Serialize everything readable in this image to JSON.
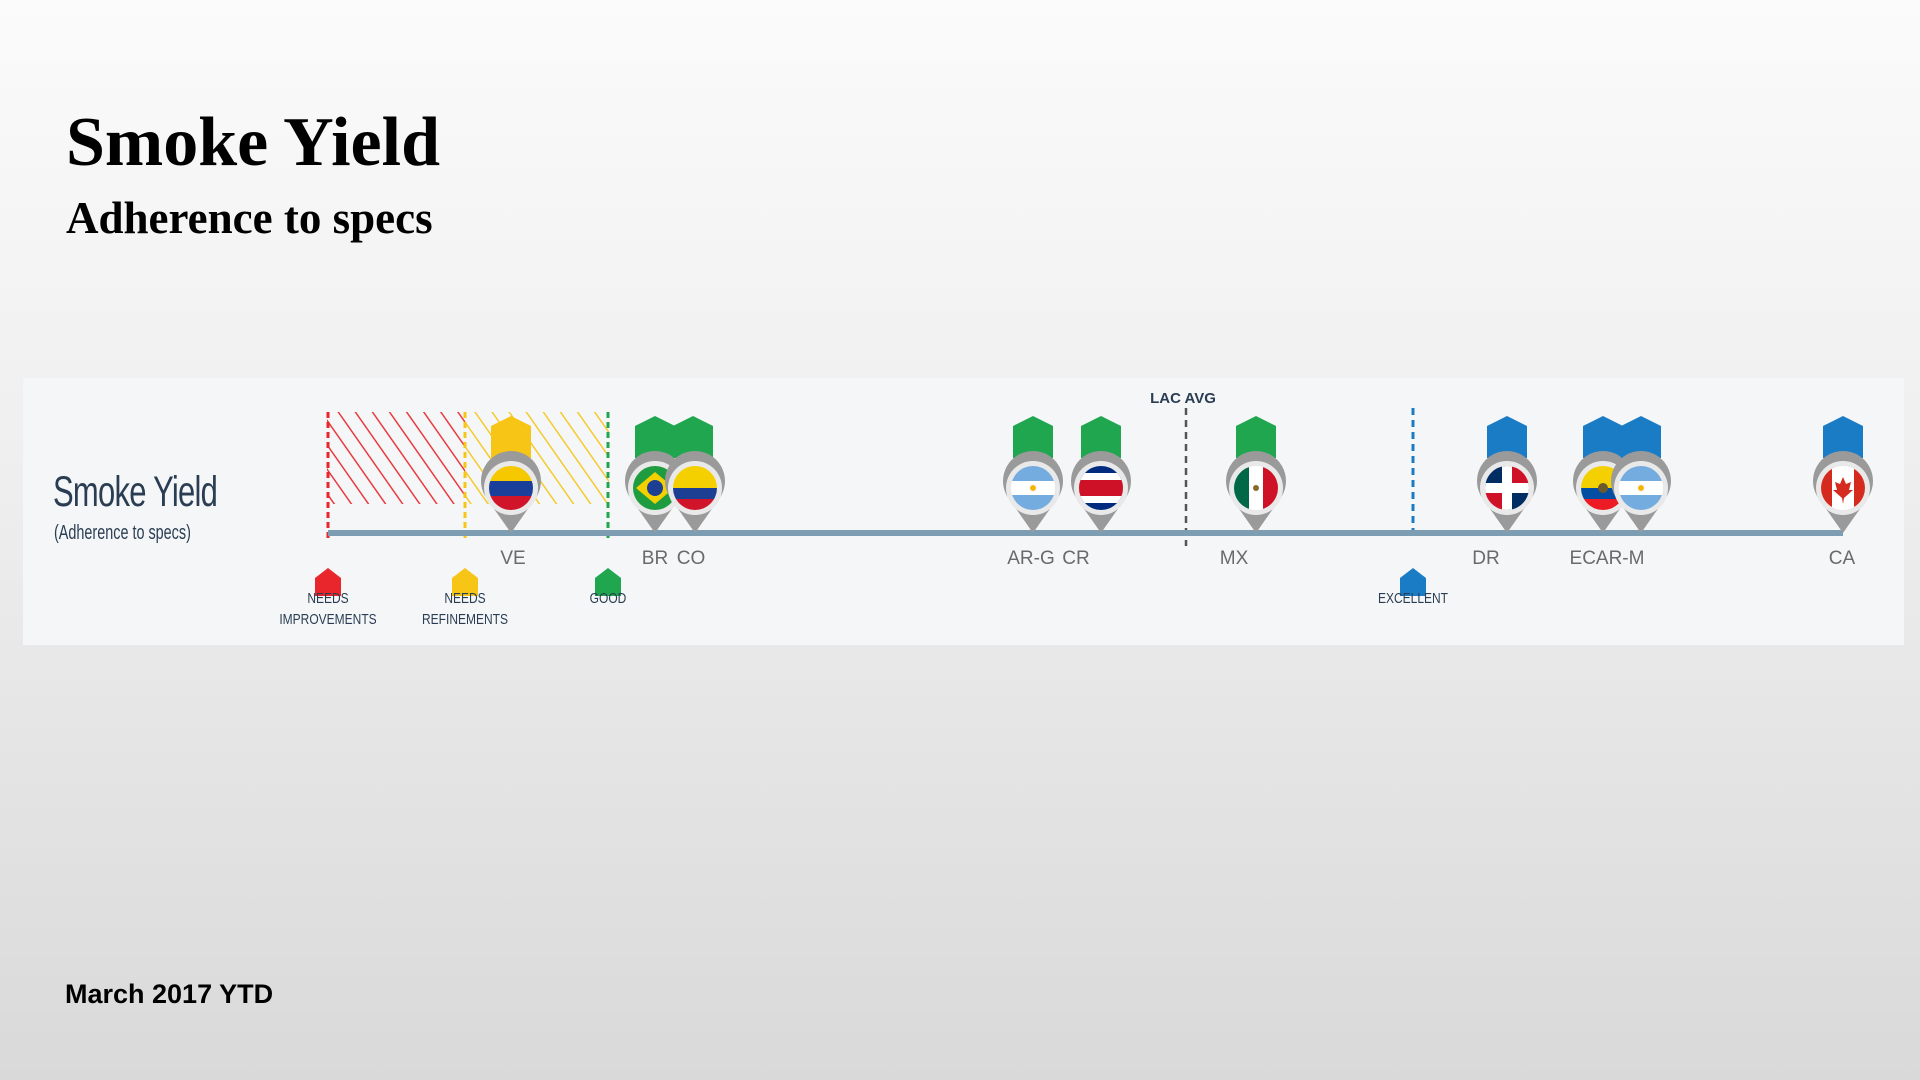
{
  "slide": {
    "title": "Smoke Yield",
    "subtitle": "Adherence to specs",
    "footer": "March 2017 YTD"
  },
  "panel": {
    "title": "Smoke Yield",
    "subtitle": "(Adherence to specs)",
    "avg_label": "LAC AVG"
  },
  "colors": {
    "needs_improvements": "#e8262b",
    "needs_refinements": "#f6c516",
    "good": "#1fa64f",
    "excellent": "#1b7cc6",
    "axis": "#7d9db2",
    "text_dark": "#2a3d52",
    "label_gray": "#6a6a6a"
  },
  "thresholds": [
    {
      "key": "needs_improvements",
      "lines": [
        "NEEDS",
        "IMPROVEMENTS"
      ],
      "color": "#e8262b"
    },
    {
      "key": "needs_refinements",
      "lines": [
        "NEEDS",
        "REFINEMENTS"
      ],
      "color": "#f6c516"
    },
    {
      "key": "good",
      "lines": [
        "GOOD"
      ],
      "color": "#1fa64f"
    },
    {
      "key": "excellent",
      "lines": [
        "EXCELLENT"
      ],
      "color": "#1b7cc6"
    }
  ],
  "markers": [
    {
      "code": "VE",
      "flag": "venezuela",
      "color": "#f6c516"
    },
    {
      "code": "BR",
      "flag": "brazil",
      "color": "#1fa64f"
    },
    {
      "code": "CO",
      "flag": "colombia",
      "color": "#1fa64f"
    },
    {
      "code": "AR-G",
      "flag": "argentina",
      "color": "#1fa64f"
    },
    {
      "code": "CR",
      "flag": "costa-rica",
      "color": "#1fa64f"
    },
    {
      "code": "MX",
      "flag": "mexico",
      "color": "#1fa64f"
    },
    {
      "code": "DR",
      "flag": "dominican-republic",
      "color": "#1b7cc6"
    },
    {
      "code": "EC",
      "flag": "ecuador",
      "color": "#1b7cc6"
    },
    {
      "code": "AR-M",
      "flag": "argentina",
      "color": "#1b7cc6"
    },
    {
      "code": "CA",
      "flag": "canada",
      "color": "#1b7cc6"
    }
  ],
  "marker_labels": [
    "VE",
    "BR",
    "CO",
    "AR-G",
    "CR",
    "MX",
    "DR",
    "ECAR-M",
    "CA"
  ]
}
